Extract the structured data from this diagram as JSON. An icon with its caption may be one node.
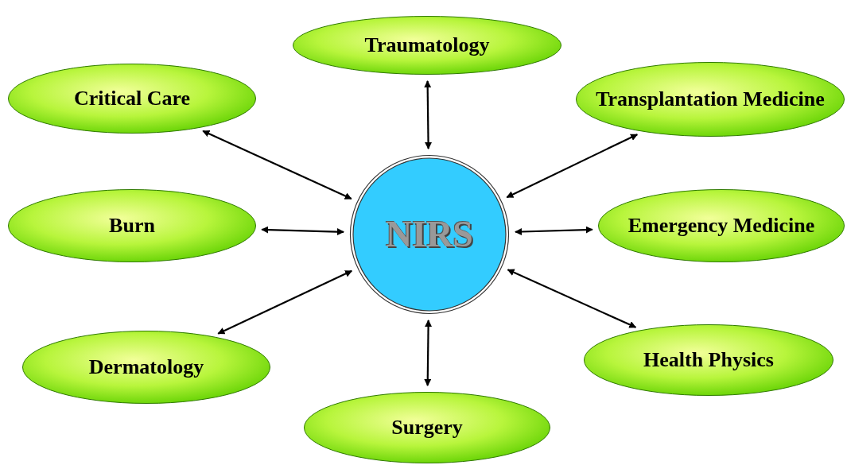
{
  "diagram": {
    "nodes": [
      {
        "text": [
          "Traumatology"
        ]
      },
      {
        "text": [
          "Critical Care"
        ]
      },
      {
        "text": [
          "Transplantation Medicine"
        ]
      },
      {
        "text": [
          "Burn"
        ]
      },
      {
        "text": [
          "NIRS"
        ]
      },
      {
        "text": [
          "Emergency Medicine"
        ]
      },
      {
        "text": [
          "Dermatology"
        ]
      },
      {
        "text": [
          "Health Physics"
        ]
      },
      {
        "text": [
          "Surgery"
        ]
      }
    ],
    "edges": [
      {
        "from": 4,
        "to": 0,
        "arrow": "both"
      },
      {
        "from": 4,
        "to": 1,
        "arrow": "both"
      },
      {
        "from": 4,
        "to": 2,
        "arrow": "both"
      },
      {
        "from": 4,
        "to": 3,
        "arrow": "both"
      },
      {
        "from": 4,
        "to": 5,
        "arrow": "both"
      },
      {
        "from": 4,
        "to": 6,
        "arrow": "both"
      },
      {
        "from": 4,
        "to": 7,
        "arrow": "both"
      },
      {
        "from": 4,
        "to": 8,
        "arrow": "both"
      }
    ]
  }
}
